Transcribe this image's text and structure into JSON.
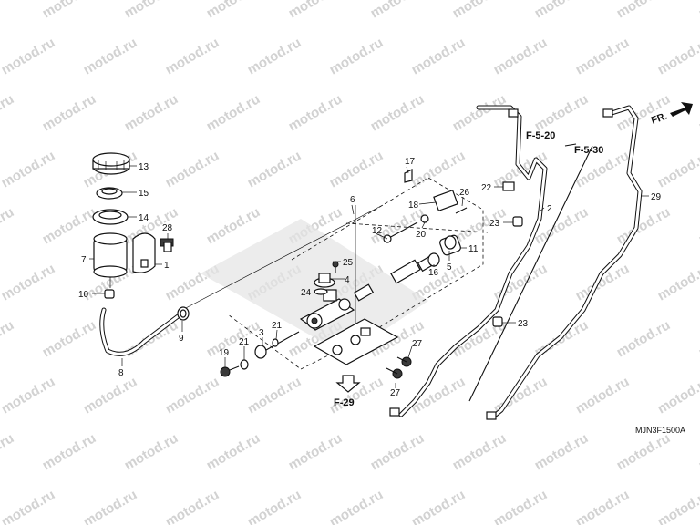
{
  "watermark": "motod.ru",
  "diagram_code": "MJN3F1500A",
  "front_indicator": "FR.",
  "references": {
    "f520": "F-5-20",
    "f530": "F-5-30",
    "f29": "F-29"
  },
  "part_labels": {
    "p1": "1",
    "p2": "2",
    "p3": "3",
    "p4": "4",
    "p5": "5",
    "p6": "6",
    "p7": "7",
    "p8": "8",
    "p9": "9",
    "p10": "10",
    "p11": "11",
    "p12": "12",
    "p13": "13",
    "p14": "14",
    "p15": "15",
    "p16": "16",
    "p17": "17",
    "p18": "18",
    "p19": "19",
    "p20": "20",
    "p21a": "21",
    "p21b": "21",
    "p22": "22",
    "p23a": "23",
    "p23b": "23",
    "p24": "24",
    "p25": "25",
    "p26": "26",
    "p27a": "27",
    "p27b": "27",
    "p28": "28",
    "p29": "29"
  }
}
